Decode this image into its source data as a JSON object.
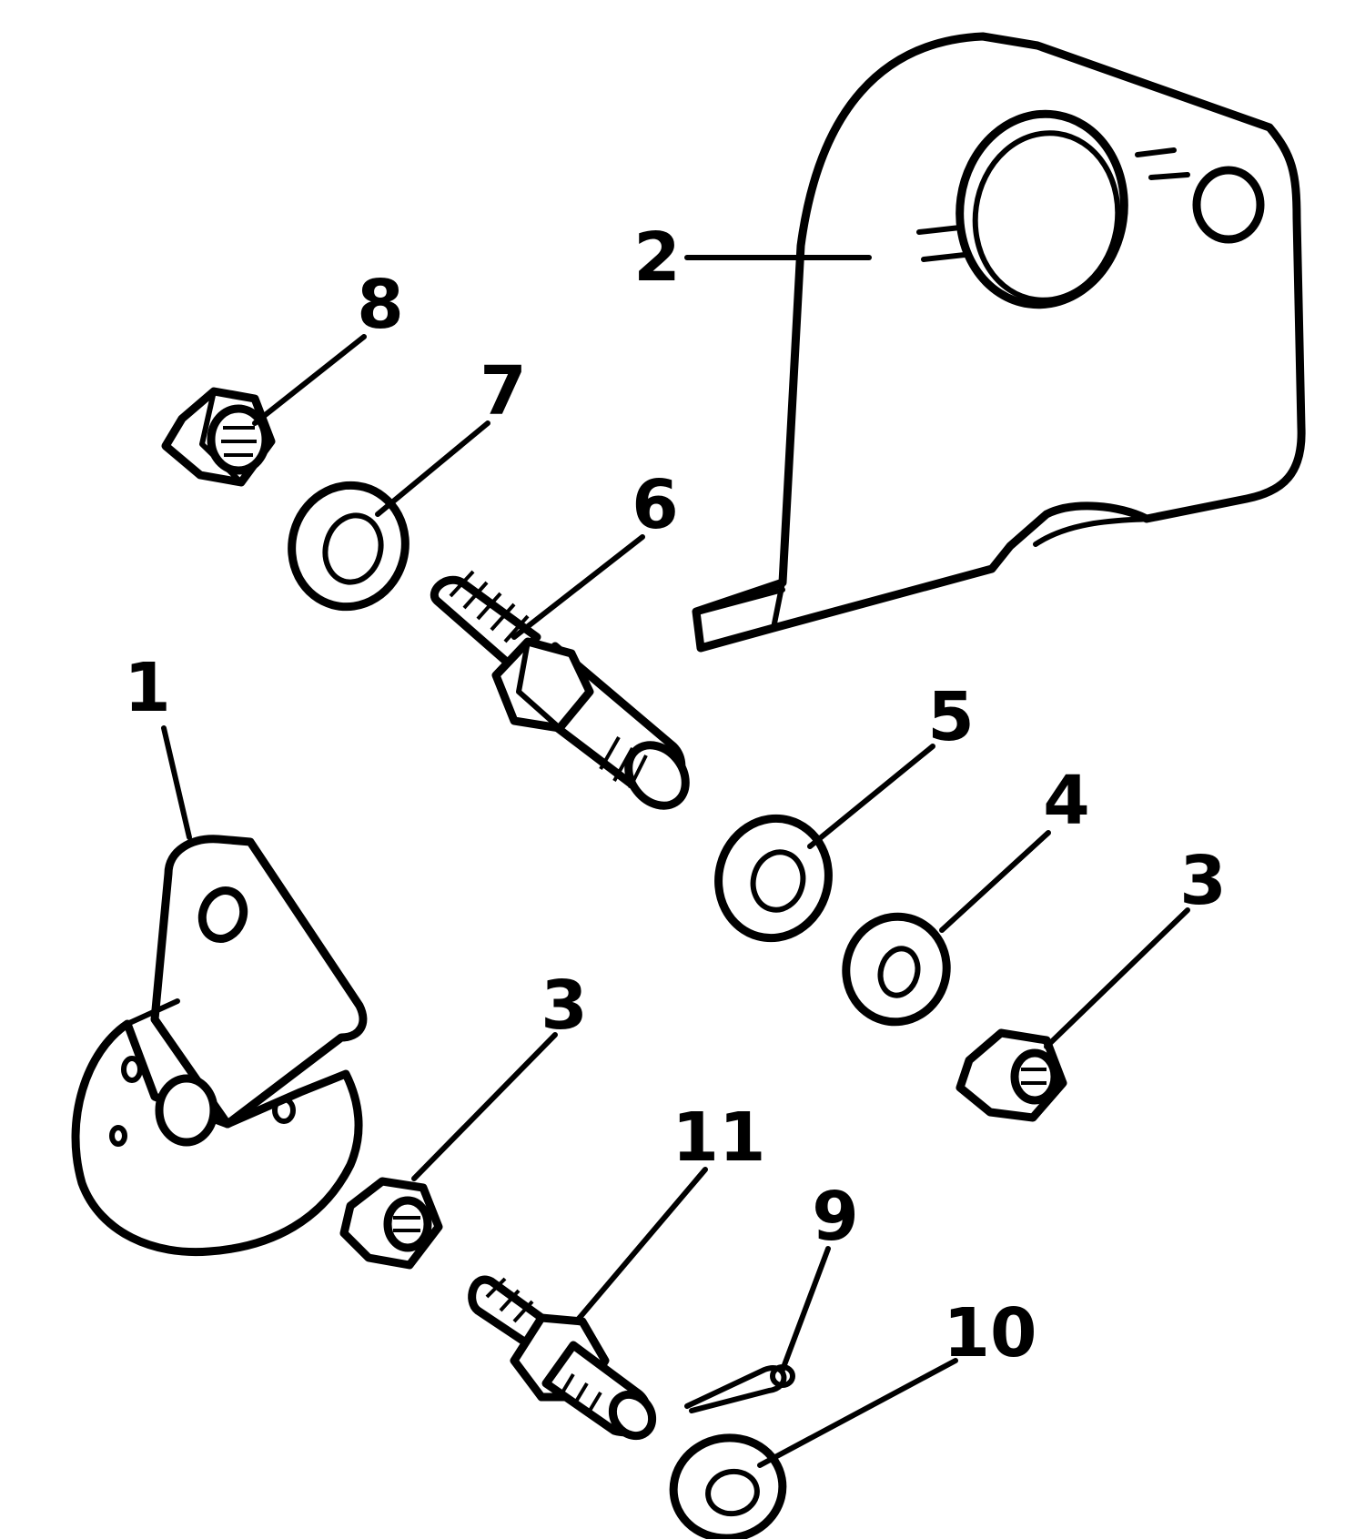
{
  "diagram": {
    "callouts": [
      {
        "id": "c1",
        "label": "1"
      },
      {
        "id": "c2",
        "label": "2"
      },
      {
        "id": "c3a",
        "label": "3"
      },
      {
        "id": "c3b",
        "label": "3"
      },
      {
        "id": "c4",
        "label": "4"
      },
      {
        "id": "c5",
        "label": "5"
      },
      {
        "id": "c6",
        "label": "6"
      },
      {
        "id": "c7",
        "label": "7"
      },
      {
        "id": "c8",
        "label": "8"
      },
      {
        "id": "c9",
        "label": "9"
      },
      {
        "id": "c10",
        "label": "10"
      },
      {
        "id": "c11",
        "label": "11"
      }
    ]
  },
  "colors": {
    "ink": "#000000",
    "paper": "#ffffff"
  }
}
